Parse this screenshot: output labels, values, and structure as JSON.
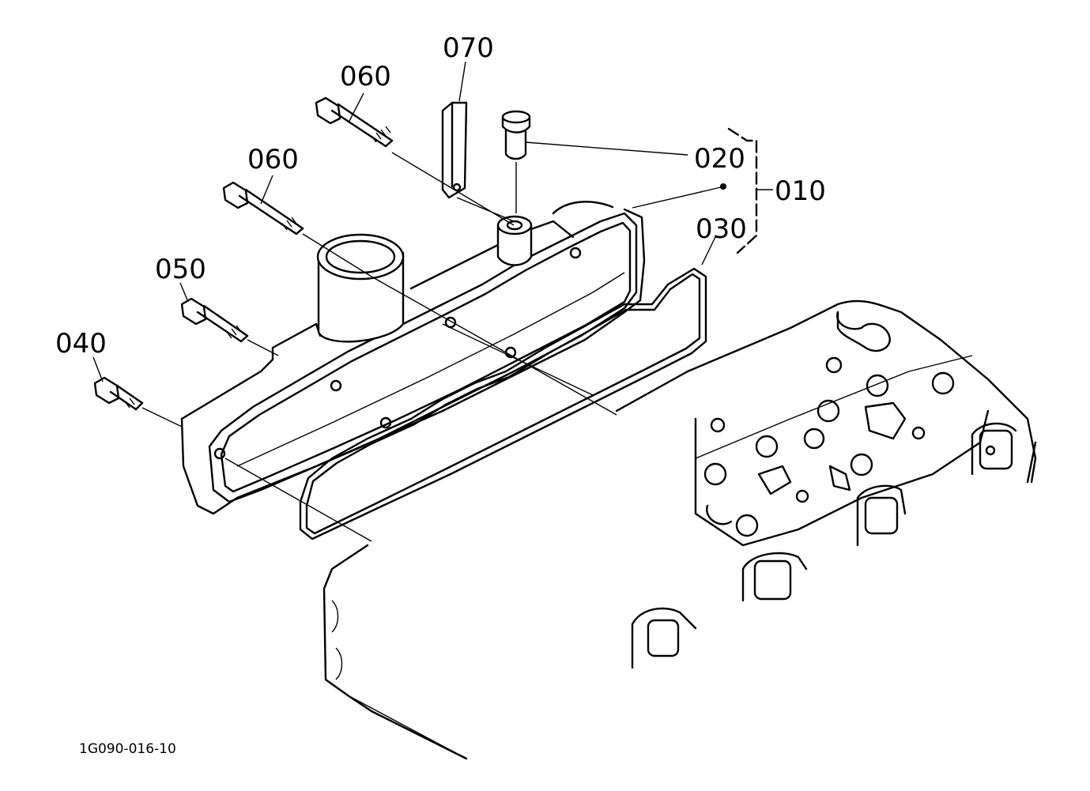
{
  "diagram": {
    "labels": {
      "p070": "070",
      "p060a": "060",
      "p060b": "060",
      "p050": "050",
      "p040": "040",
      "p020": "020",
      "p010": "010",
      "p030": "030"
    },
    "reference": "1G090-016-10"
  }
}
